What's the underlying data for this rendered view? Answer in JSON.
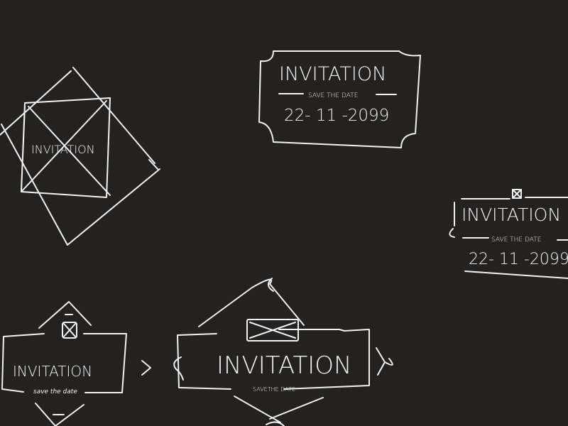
{
  "background_color": "#232221",
  "stroke_color": "#f2f2f2",
  "sketches": [
    {
      "title": "INVITATION"
    },
    {
      "title": "INVITATION",
      "subtitle": "SAVE THE DATE",
      "date": "22- 11 -2099"
    },
    {
      "title": "INVITATION",
      "subtitle": "SAVE THE DATE",
      "date": "22- 11 -2099"
    },
    {
      "title": "INVITATION",
      "subtitle": "save the date"
    },
    {
      "title": "INVITATION",
      "subtitle": "SAVETHE DATE"
    }
  ]
}
